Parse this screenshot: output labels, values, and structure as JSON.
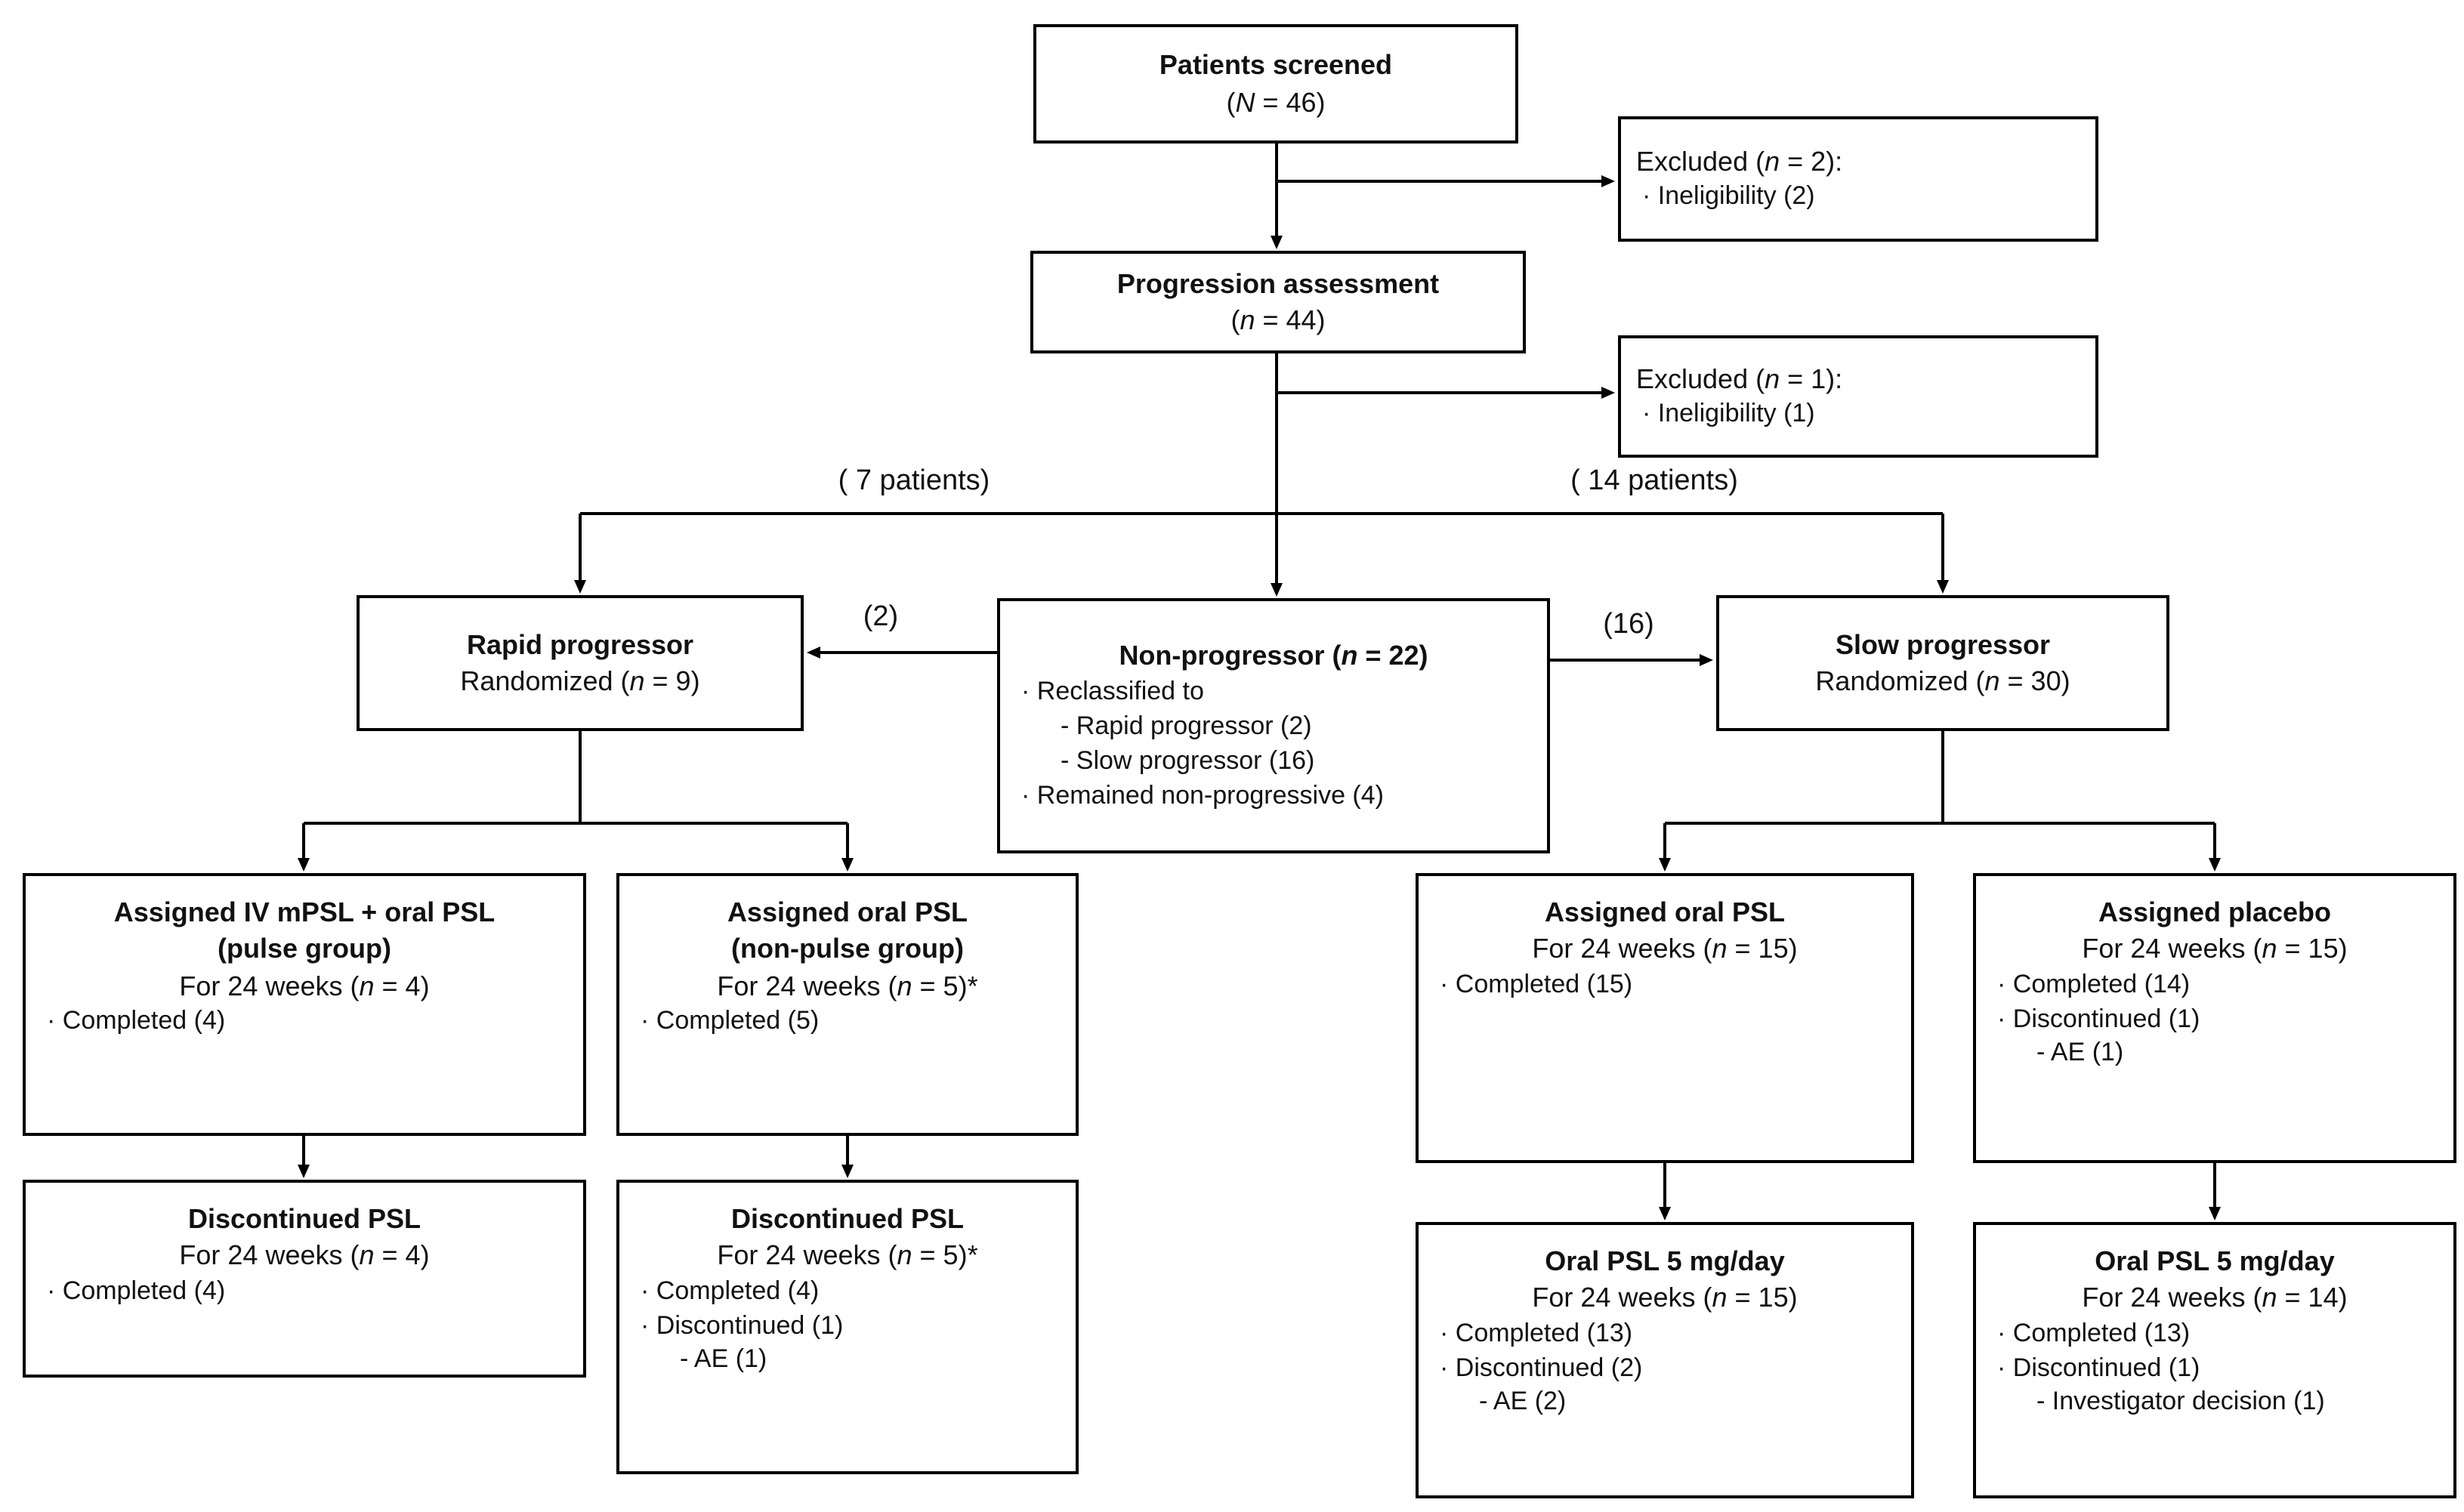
{
  "colors": {
    "background": "#ffffff",
    "line": "#000000",
    "box_border": "#000000",
    "text": "#111111"
  },
  "labels": {
    "seven_patients": "( 7 patients)",
    "fourteen_patients": "( 14 patients)",
    "reclass_to_rapid_count": "(2)",
    "reclass_to_slow_count": "(16)"
  },
  "boxes": {
    "patients_screened": {
      "lines": [
        {
          "style": "title",
          "segs": [
            {
              "text": "Patients screened",
              "bold": true
            }
          ]
        },
        {
          "style": "center",
          "segs": [
            {
              "text": "(N = 46)"
            }
          ]
        }
      ]
    },
    "excluded_top": {
      "lines": [
        {
          "style": "left",
          "segs": [
            {
              "text": "Excluded (n = 2):"
            }
          ]
        },
        {
          "style": "bullet",
          "segs": [
            {
              "text": "· Ineligibility (2)"
            }
          ]
        }
      ]
    },
    "progression_assessment": {
      "lines": [
        {
          "style": "title",
          "segs": [
            {
              "text": "Progression assessment",
              "bold": true
            }
          ]
        },
        {
          "style": "center",
          "segs": [
            {
              "text": "(n = 44)"
            }
          ]
        }
      ]
    },
    "excluded_bottom": {
      "lines": [
        {
          "style": "left",
          "segs": [
            {
              "text": "Excluded (n = 1):"
            }
          ]
        },
        {
          "style": "bullet",
          "segs": [
            {
              "text": "· Ineligibility (1)"
            }
          ]
        }
      ]
    },
    "rapid_progressor": {
      "lines": [
        {
          "style": "title",
          "segs": [
            {
              "text": "Rapid progressor",
              "bold": true
            }
          ]
        },
        {
          "style": "center",
          "segs": [
            {
              "text": "Randomized (n = 9)"
            }
          ]
        }
      ]
    },
    "non_progressor": {
      "lines": [
        {
          "style": "title",
          "segs": [
            {
              "text": "Non-progressor",
              "bold": true
            },
            {
              "text": " (n = 22)"
            }
          ]
        },
        {
          "style": "bullet",
          "segs": [
            {
              "text": "· Reclassified to"
            }
          ]
        },
        {
          "style": "sub",
          "segs": [
            {
              "text": "- Rapid progressor (2)"
            }
          ]
        },
        {
          "style": "sub",
          "segs": [
            {
              "text": "- Slow progressor (16)"
            }
          ]
        },
        {
          "style": "bullet",
          "segs": [
            {
              "text": "· Remained non-progressive (4)"
            }
          ]
        }
      ]
    },
    "slow_progressor": {
      "lines": [
        {
          "style": "title",
          "segs": [
            {
              "text": "Slow progressor",
              "bold": true
            }
          ]
        },
        {
          "style": "center",
          "segs": [
            {
              "text": "Randomized (n = 30)"
            }
          ]
        }
      ]
    },
    "assigned_pulse": {
      "lines": [
        {
          "style": "title",
          "segs": [
            {
              "text": "Assigned IV mPSL + oral PSL",
              "bold": true
            }
          ]
        },
        {
          "style": "title",
          "segs": [
            {
              "text": "(pulse group)",
              "bold": true
            }
          ]
        },
        {
          "style": "center",
          "segs": [
            {
              "text": "For 24 weeks (n = 4)"
            }
          ]
        },
        {
          "style": "bullet",
          "segs": [
            {
              "text": "· Completed (4)"
            }
          ]
        }
      ]
    },
    "assigned_nonpulse": {
      "lines": [
        {
          "style": "title",
          "segs": [
            {
              "text": "Assigned oral PSL",
              "bold": true
            }
          ]
        },
        {
          "style": "title",
          "segs": [
            {
              "text": "(non-pulse group)",
              "bold": true
            }
          ]
        },
        {
          "style": "center",
          "segs": [
            {
              "text": "For 24 weeks (n = 5)*"
            }
          ]
        },
        {
          "style": "bullet",
          "segs": [
            {
              "text": "· Completed (5)"
            }
          ]
        }
      ]
    },
    "assigned_oral_psl": {
      "lines": [
        {
          "style": "title",
          "segs": [
            {
              "text": "Assigned oral PSL",
              "bold": true
            }
          ]
        },
        {
          "style": "center",
          "segs": [
            {
              "text": "For 24 weeks (n = 15)"
            }
          ]
        },
        {
          "style": "bullet",
          "segs": [
            {
              "text": "· Completed (15)"
            }
          ]
        }
      ]
    },
    "assigned_placebo": {
      "lines": [
        {
          "style": "title",
          "segs": [
            {
              "text": "Assigned placebo",
              "bold": true
            }
          ]
        },
        {
          "style": "center",
          "segs": [
            {
              "text": "For 24 weeks (n = 15)"
            }
          ]
        },
        {
          "style": "bullet",
          "segs": [
            {
              "text": "· Completed (14)"
            }
          ]
        },
        {
          "style": "bullet",
          "segs": [
            {
              "text": "· Discontinued (1)"
            }
          ]
        },
        {
          "style": "sub",
          "segs": [
            {
              "text": "- AE (1)"
            }
          ]
        }
      ]
    },
    "discontinued_psl_pulse": {
      "lines": [
        {
          "style": "title",
          "segs": [
            {
              "text": "Discontinued PSL",
              "bold": true
            }
          ]
        },
        {
          "style": "center",
          "segs": [
            {
              "text": "For 24 weeks (n = 4)"
            }
          ]
        },
        {
          "style": "bullet",
          "segs": [
            {
              "text": "· Completed (4)"
            }
          ]
        }
      ]
    },
    "discontinued_psl_nonpulse": {
      "lines": [
        {
          "style": "title",
          "segs": [
            {
              "text": "Discontinued PSL",
              "bold": true
            }
          ]
        },
        {
          "style": "center",
          "segs": [
            {
              "text": "For 24 weeks (n = 5)*"
            }
          ]
        },
        {
          "style": "bullet",
          "segs": [
            {
              "text": "· Completed (4)"
            }
          ]
        },
        {
          "style": "bullet",
          "segs": [
            {
              "text": "· Discontinued (1)"
            }
          ]
        },
        {
          "style": "sub",
          "segs": [
            {
              "text": "- AE (1)"
            }
          ]
        }
      ]
    },
    "oral_psl_slow_psl_arm": {
      "lines": [
        {
          "style": "title",
          "segs": [
            {
              "text": "Oral PSL 5 mg/day",
              "bold": true
            }
          ]
        },
        {
          "style": "center",
          "segs": [
            {
              "text": "For 24 weeks (n = 15)"
            }
          ]
        },
        {
          "style": "bullet",
          "segs": [
            {
              "text": "· Completed (13)"
            }
          ]
        },
        {
          "style": "bullet",
          "segs": [
            {
              "text": "· Discontinued (2)"
            }
          ]
        },
        {
          "style": "sub",
          "segs": [
            {
              "text": "- AE (2)"
            }
          ]
        }
      ]
    },
    "oral_psl_placebo_arm": {
      "lines": [
        {
          "style": "title",
          "segs": [
            {
              "text": "Oral PSL 5 mg/day",
              "bold": true
            }
          ]
        },
        {
          "style": "center",
          "segs": [
            {
              "text": "For 24 weeks (n = 14)"
            }
          ]
        },
        {
          "style": "bullet",
          "segs": [
            {
              "text": "· Completed (13)"
            }
          ]
        },
        {
          "style": "bullet",
          "segs": [
            {
              "text": "· Discontinued (1)"
            }
          ]
        },
        {
          "style": "sub",
          "segs": [
            {
              "text": "- Investigator decision (1)"
            }
          ]
        }
      ]
    }
  }
}
